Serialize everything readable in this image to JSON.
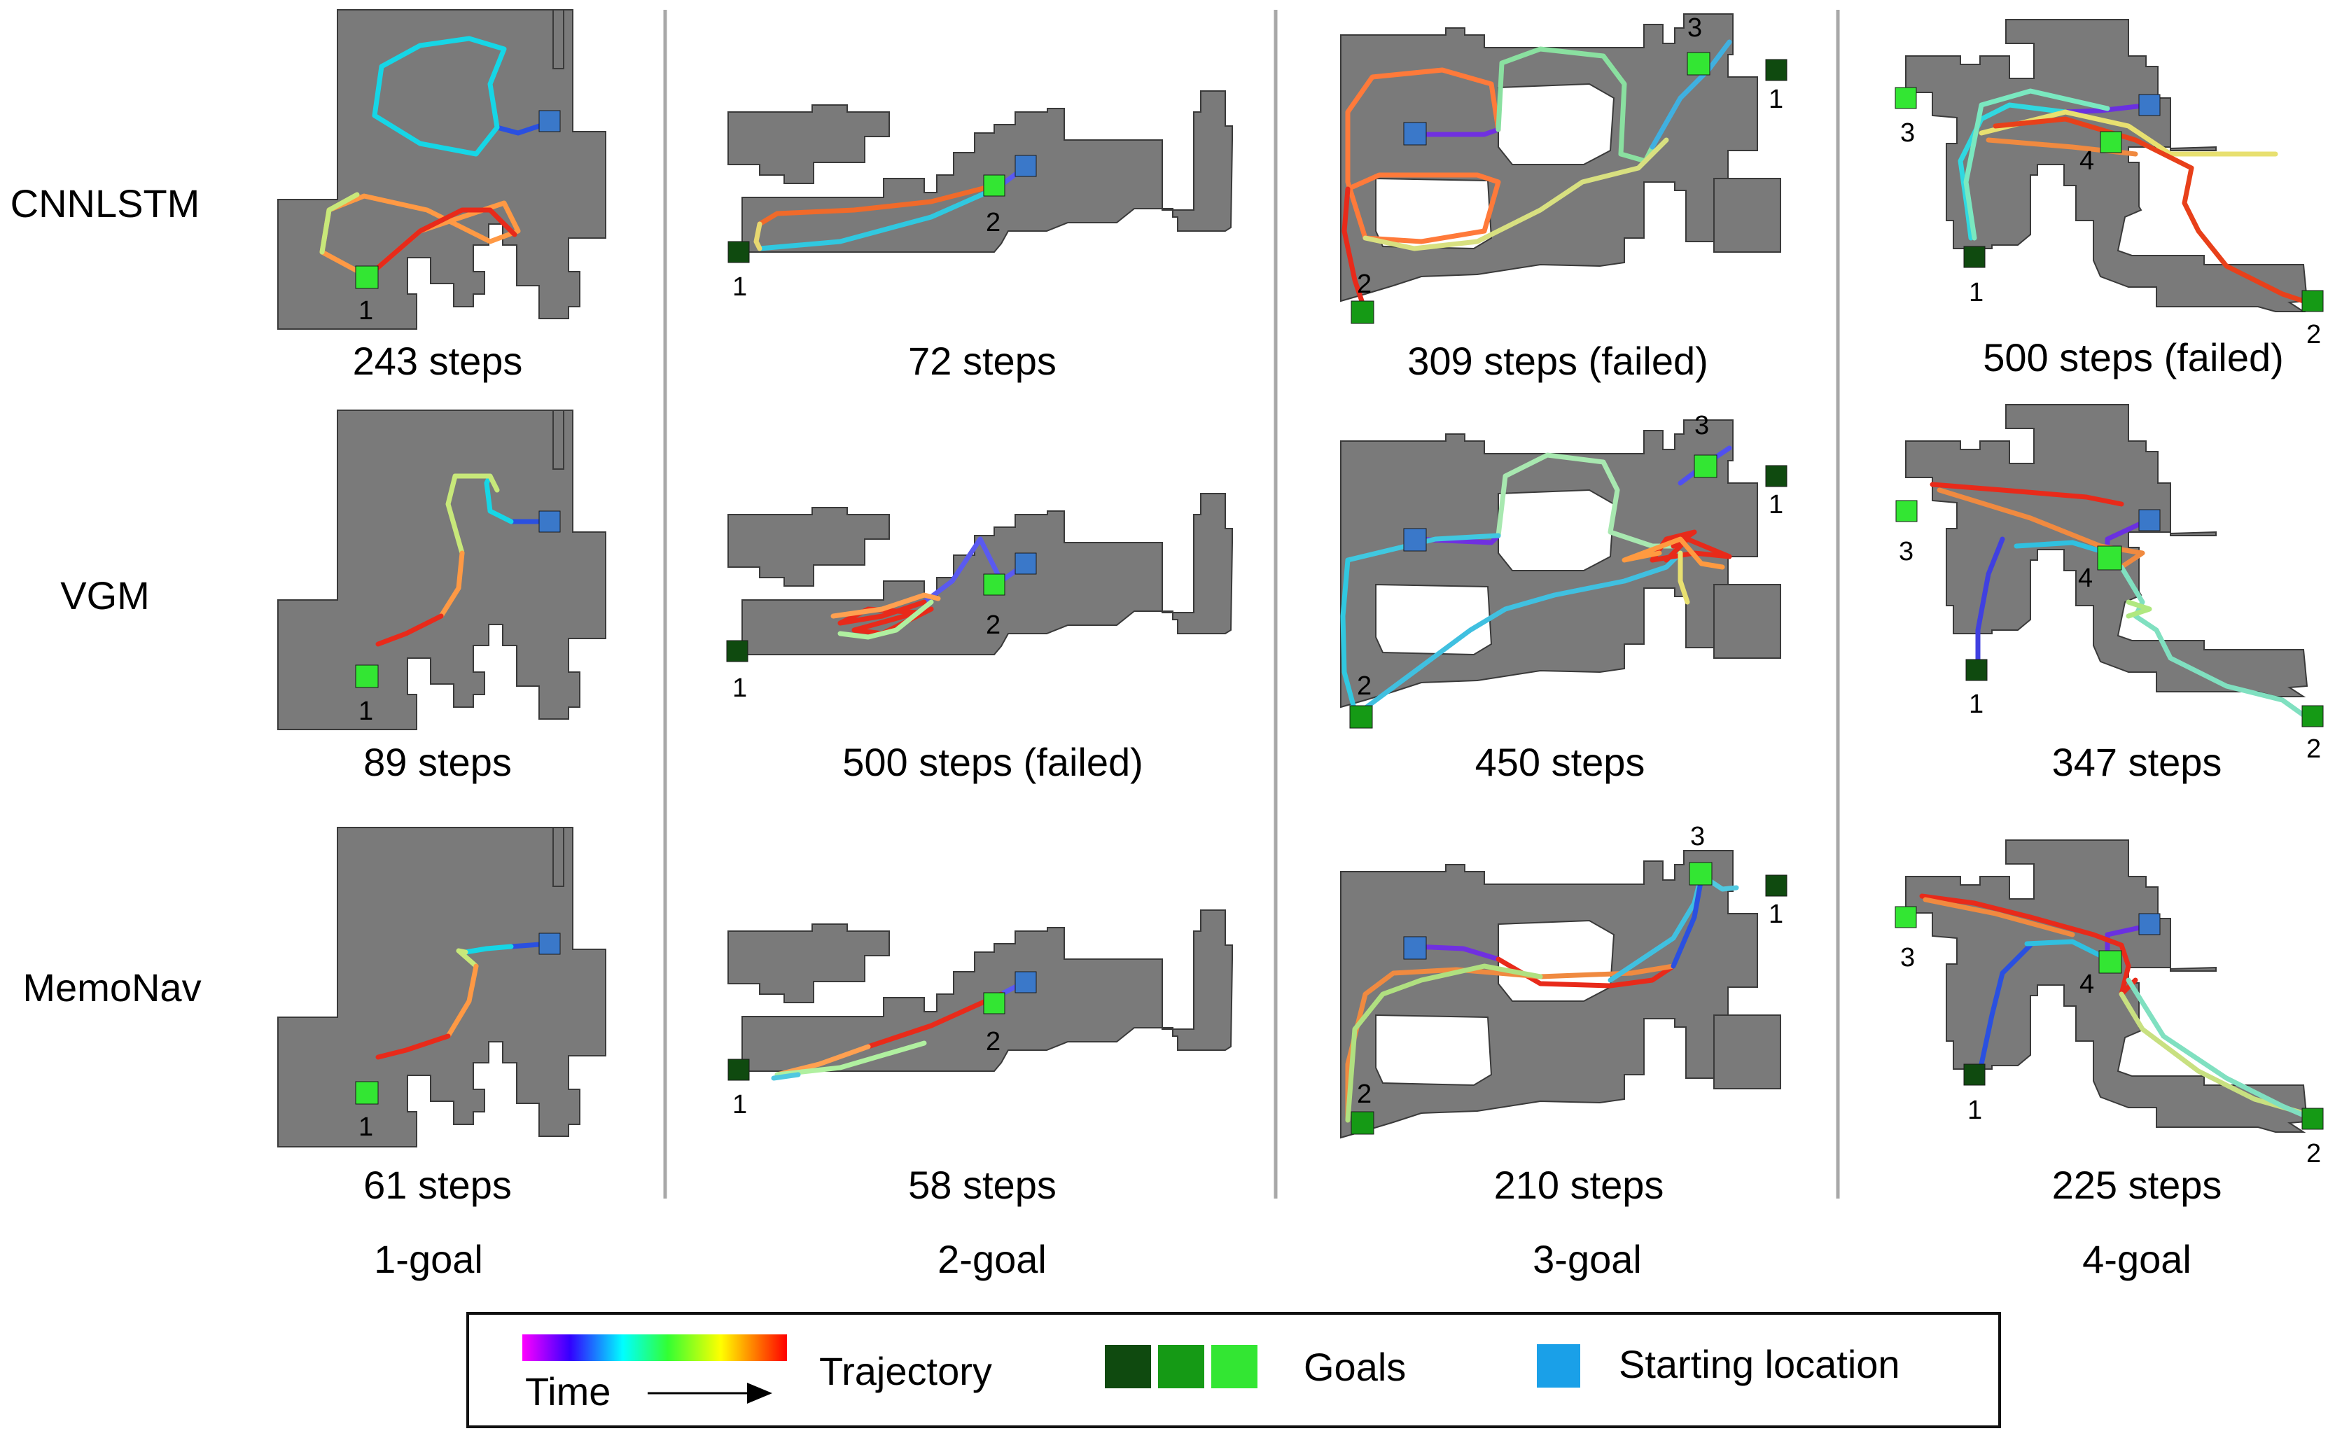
{
  "methods": [
    "CNNLSTM",
    "VGM",
    "MemoNav"
  ],
  "columns": [
    "1-goal",
    "2-goal",
    "3-goal",
    "4-goal"
  ],
  "steps": [
    [
      "243 steps",
      "72 steps",
      "309 steps (failed)",
      "500 steps (failed)"
    ],
    [
      "89 steps",
      "500 steps (failed)",
      "450 steps",
      "347 steps"
    ],
    [
      "61 steps",
      "58 steps",
      "210 steps",
      "225 steps"
    ]
  ],
  "goal_numbers": [
    "1",
    "2",
    "3",
    "4"
  ],
  "legend": {
    "time_label": "Time",
    "trajectory_label": "Trajectory",
    "goals_label": "Goals",
    "start_label": "Starting location"
  },
  "colors": {
    "map": "#7a7a7a",
    "map_edge": "#3a3a3a",
    "start": "#3a78c9",
    "start_legend": "#1aa0e8",
    "goal_1": "#0f4a0f",
    "goal_2": "#159a15",
    "goal_3": "#33e633",
    "goal_4": "#33e633",
    "divider": "#a8a8a8"
  }
}
